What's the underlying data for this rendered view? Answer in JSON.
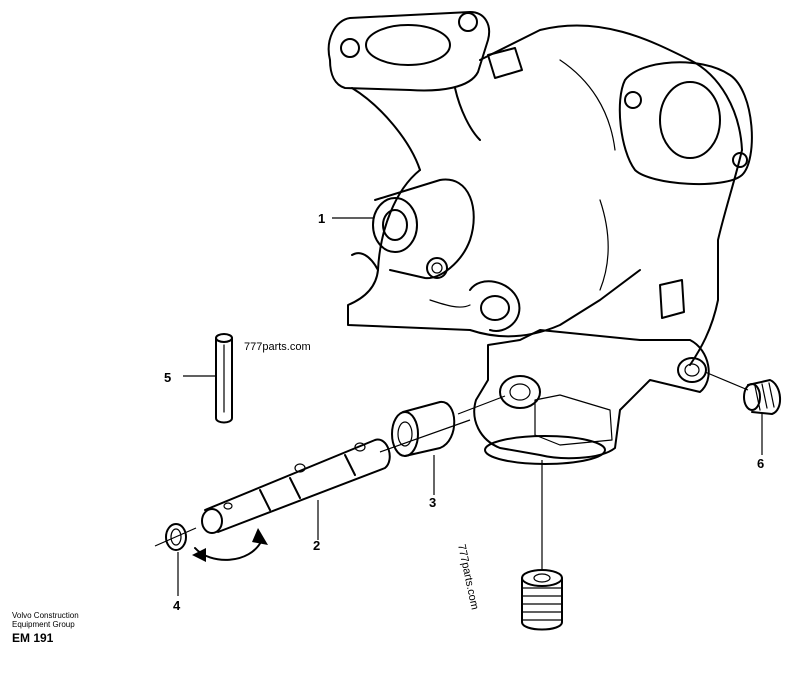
{
  "callouts": [
    "1",
    "2",
    "3",
    "4",
    "5",
    "6"
  ],
  "watermark": {
    "top": "777parts.com",
    "rotated": "777parts.com"
  },
  "footer": {
    "line1": "Volvo Construction",
    "line2": "Equipment Group",
    "code": "EM 191"
  }
}
